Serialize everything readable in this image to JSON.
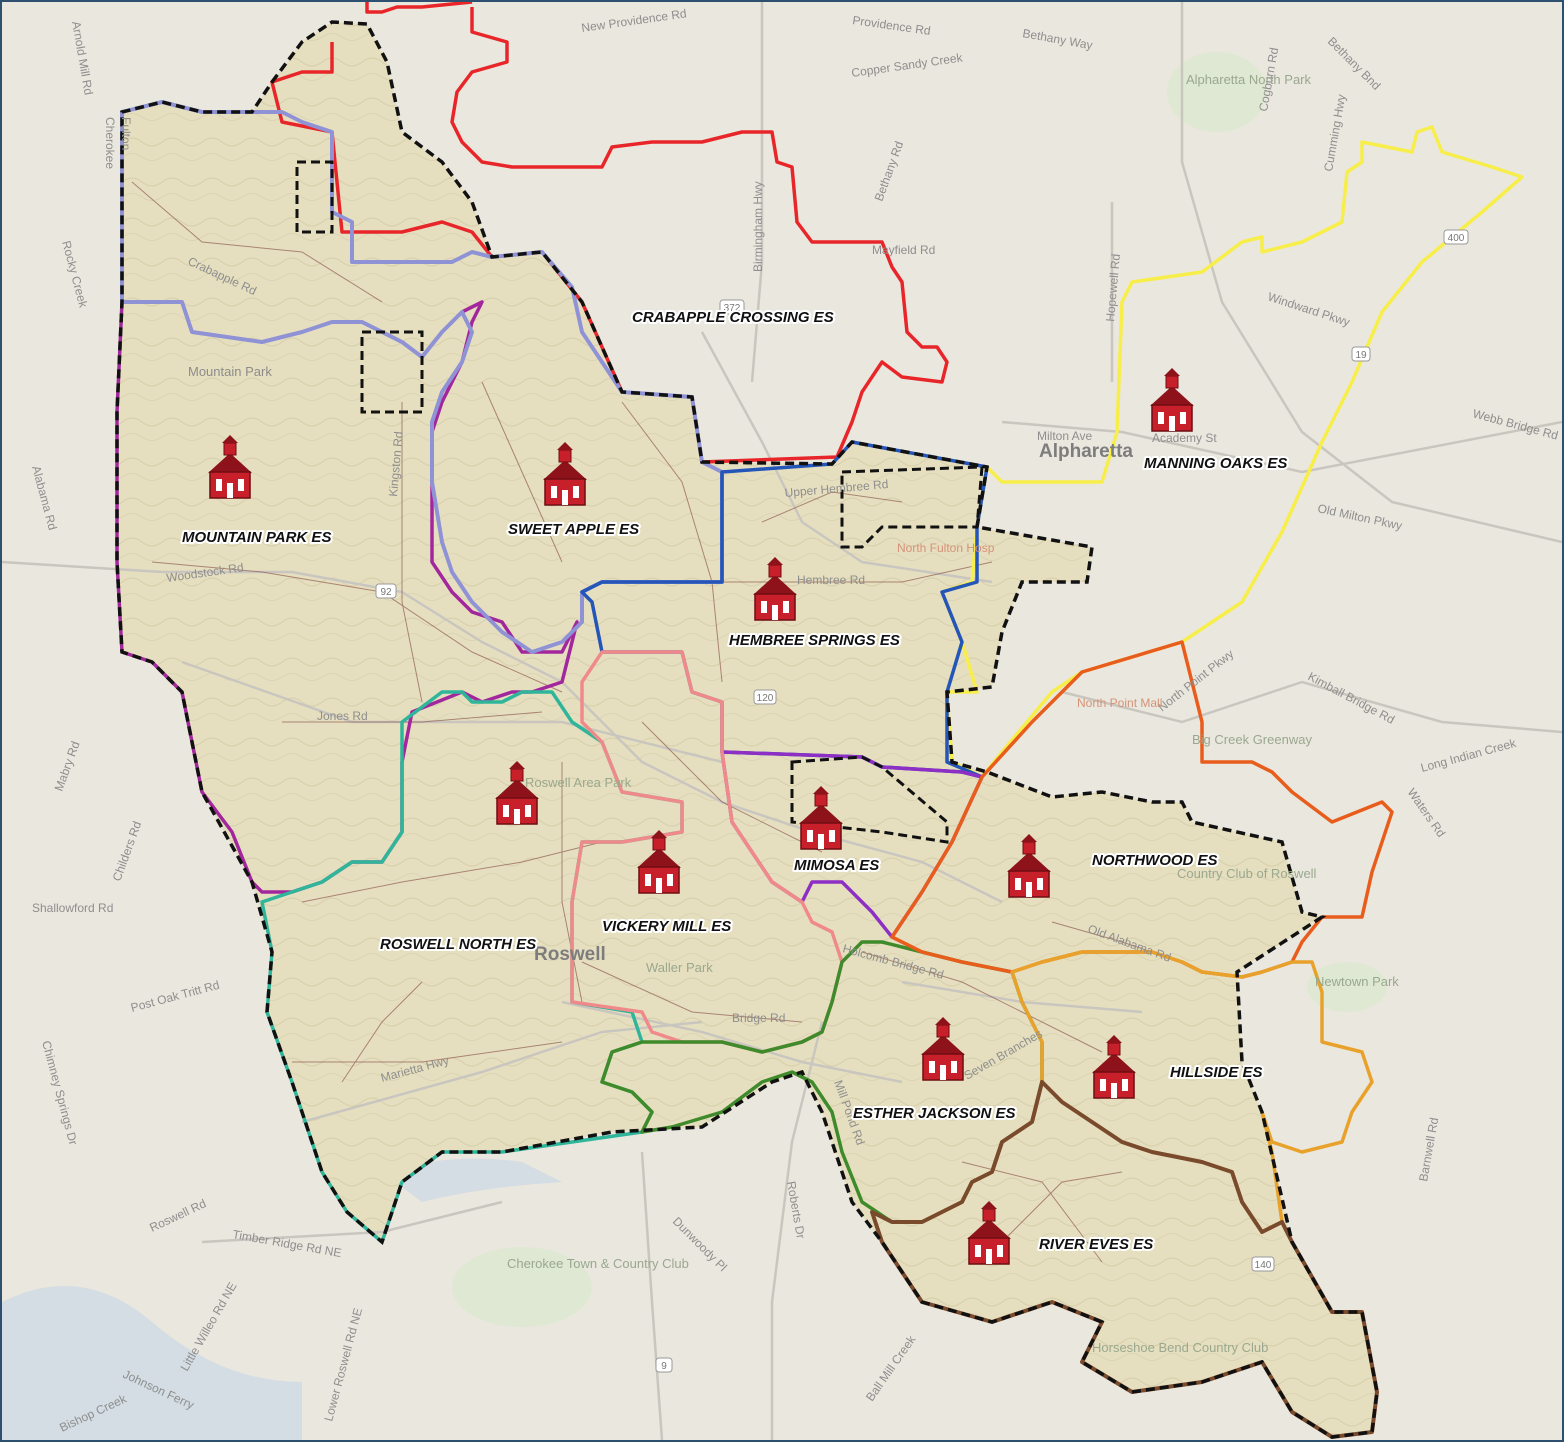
{
  "colors": {
    "district_fill": "#e6dfbf",
    "district_border": "#111111",
    "crabapple": "#e8262a",
    "manning_oaks": "#f7ee4a",
    "mountain_park": "#a2279d",
    "sweet_apple": "#8f93d6",
    "hembree_springs": "#2455b8",
    "mimosa": "#8d2fc4",
    "roswell_north": "#2fb59a",
    "vickery_mill": "#f08a8a",
    "esther_jackson": "#3f8a2a",
    "northwood": "#e85d1c",
    "hillside": "#e8a22b",
    "river_eves": "#7a4a2d",
    "school_icon": "#c8202a"
  },
  "schools": [
    {
      "id": "crabapple",
      "label": "CRABAPPLE CROSSING ES",
      "icon": false
    },
    {
      "id": "manning_oaks",
      "label": "MANNING OAKS ES",
      "icon": true
    },
    {
      "id": "mountain_park",
      "label": "MOUNTAIN PARK ES",
      "icon": true
    },
    {
      "id": "sweet_apple",
      "label": "SWEET APPLE ES",
      "icon": true
    },
    {
      "id": "hembree_springs",
      "label": "HEMBREE SPRINGS ES",
      "icon": true
    },
    {
      "id": "mimosa",
      "label": "MIMOSA ES",
      "icon": true
    },
    {
      "id": "northwood",
      "label": "NORTHWOOD ES",
      "icon": true
    },
    {
      "id": "roswell_north",
      "label": "ROSWELL NORTH ES",
      "icon": true
    },
    {
      "id": "vickery_mill",
      "label": "VICKERY MILL ES",
      "icon": true
    },
    {
      "id": "esther_jackson",
      "label": "ESTHER JACKSON ES",
      "icon": true
    },
    {
      "id": "hillside",
      "label": "HILLSIDE ES",
      "icon": true
    },
    {
      "id": "river_eves",
      "label": "RIVER EVES ES",
      "icon": true
    }
  ],
  "cities": [
    "Alpharetta",
    "Roswell"
  ],
  "parks": [
    "Mountain Park",
    "Waller Park",
    "Roswell Area Park",
    "Horseshoe Bend Country Club",
    "Cherokee Town & Country Club",
    "Country Club of Roswell",
    "Alpharetta North Park",
    "Newtown Park",
    "Big Creek Greenway",
    "North Point Mall",
    "North Fulton Hosp"
  ],
  "streets": [
    "New Providence Rd",
    "Providence Rd",
    "Bethany Way",
    "Bethany Bnd",
    "Copper Sandy Creek",
    "Cogburn Rd",
    "Cumming Hwy",
    "Bethany Rd",
    "Mayfield Rd",
    "Birmingham Hwy",
    "Hopewell Rd",
    "Windward Pkwy",
    "Webb Bridge Rd",
    "Old Milton Pkwy",
    "Academy St",
    "Milton Ave",
    "Kimball Bridge Rd",
    "North Point Pkwy",
    "Long Indian Creek",
    "Waters Rd",
    "Hembree Rd",
    "Woodstock Rd",
    "Jones Rd",
    "Mabry Rd",
    "Childers Rd",
    "Shallowford Rd",
    "Post Oak Tritt Rd",
    "Chimney Springs Dr",
    "Roswell Rd",
    "Timber Ridge Rd NE",
    "Holcomb Bridge Rd",
    "Bridge Rd",
    "Marietta Hwy",
    "Dunwoody Pl",
    "Roberts Dr",
    "Lower Roswell Rd NE",
    "Little Willeo Rd NE",
    "Johnson Ferry",
    "Bishop Creek",
    "Alabama Rd",
    "Arnold Mill Rd",
    "Rocky Creek",
    "Crabapple Rd",
    "Upper Hembree Rd",
    "Seven Branches",
    "Old Alabama Rd",
    "Barnwell Rd",
    "Mill Pond Rd",
    "Kingston Rd",
    "Fulton",
    "Cherokee",
    "Ball Mill Creek"
  ],
  "route_shields": [
    "92",
    "120",
    "140",
    "9",
    "19",
    "400",
    "372"
  ]
}
